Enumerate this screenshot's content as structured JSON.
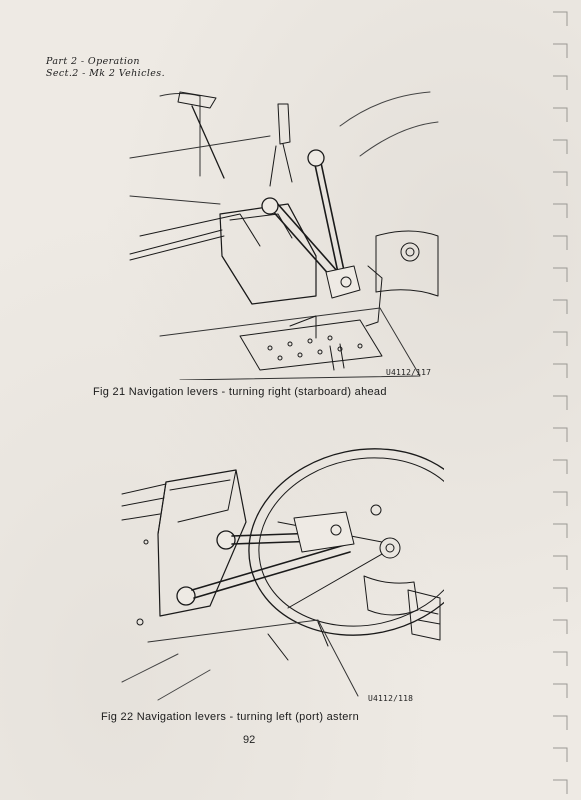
{
  "header": {
    "part": "Part 2 - Operation",
    "section": "Sect.2 - Mk 2 Vehicles."
  },
  "figures": [
    {
      "ref": "U4112/117",
      "caption": "Fig 21  Navigation levers - turning right (starboard) ahead"
    },
    {
      "ref": "U4112/118",
      "caption": "Fig 22  Navigation levers - turning left (port) astern"
    }
  ],
  "page_number": "92"
}
